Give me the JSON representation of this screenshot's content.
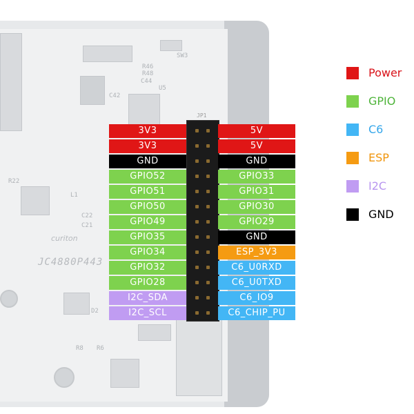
{
  "colors": {
    "power": "#e01616",
    "gpio": "#7ed24e",
    "c6": "#43b6f5",
    "esp": "#f59b12",
    "i2c": "#c09cf2",
    "gnd": "#000000"
  },
  "legend": [
    {
      "label": "Power",
      "color": "#e01616",
      "text_color": "#d9131a"
    },
    {
      "label": "GPIO",
      "color": "#7ed24e",
      "text_color": "#4eb43a"
    },
    {
      "label": "C6",
      "color": "#43b6f5",
      "text_color": "#36a7ea"
    },
    {
      "label": "ESP",
      "color": "#f59b12",
      "text_color": "#f0950c"
    },
    {
      "label": "I2C",
      "color": "#c09cf2",
      "text_color": "#b895ef"
    },
    {
      "label": "GND",
      "color": "#000000",
      "text_color": "#000000"
    }
  ],
  "header": {
    "label": "JP1"
  },
  "board": {
    "model": "JC4880P443",
    "brand": "curiton",
    "silkscreen": [
      "SW3",
      "R46",
      "C44",
      "U5",
      "R48",
      "C42",
      "R22",
      "L1",
      "C22",
      "C21",
      "D2",
      "R8",
      "R6"
    ]
  },
  "pins": {
    "left": [
      {
        "label": "3V3",
        "type": "power"
      },
      {
        "label": "3V3",
        "type": "power"
      },
      {
        "label": "GND",
        "type": "gnd"
      },
      {
        "label": "GPIO52",
        "type": "gpio"
      },
      {
        "label": "GPIO51",
        "type": "gpio"
      },
      {
        "label": "GPIO50",
        "type": "gpio"
      },
      {
        "label": "GPIO49",
        "type": "gpio"
      },
      {
        "label": "GPIO35",
        "type": "gpio"
      },
      {
        "label": "GPIO34",
        "type": "gpio"
      },
      {
        "label": "GPIO32",
        "type": "gpio"
      },
      {
        "label": "GPIO28",
        "type": "gpio"
      },
      {
        "label": "I2C_SDA",
        "type": "i2c"
      },
      {
        "label": "I2C_SCL",
        "type": "i2c"
      }
    ],
    "right": [
      {
        "label": "5V",
        "type": "power"
      },
      {
        "label": "5V",
        "type": "power"
      },
      {
        "label": "GND",
        "type": "gnd"
      },
      {
        "label": "GPIO33",
        "type": "gpio"
      },
      {
        "label": "GPIO31",
        "type": "gpio"
      },
      {
        "label": "GPIO30",
        "type": "gpio"
      },
      {
        "label": "GPIO29",
        "type": "gpio"
      },
      {
        "label": "GND",
        "type": "gnd"
      },
      {
        "label": "ESP_3V3",
        "type": "esp"
      },
      {
        "label": "C6_U0RXD",
        "type": "c6"
      },
      {
        "label": "C6_U0TXD",
        "type": "c6"
      },
      {
        "label": "C6_IO9",
        "type": "c6"
      },
      {
        "label": "C6_CHIP_PU",
        "type": "c6"
      }
    ]
  }
}
